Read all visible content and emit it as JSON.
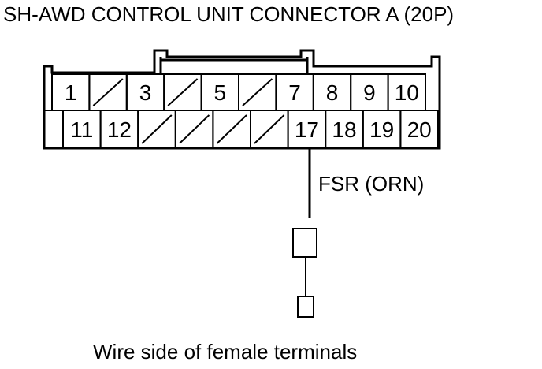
{
  "title": "SH-AWD CONTROL UNIT CONNECTOR A (20P)",
  "caption": "Wire side of female terminals",
  "wire_label": "FSR (ORN)",
  "row1": [
    "1",
    "",
    "3",
    "",
    "5",
    "",
    "7",
    "8",
    "9",
    "10"
  ],
  "row2": [
    "11",
    "12",
    "",
    "",
    "",
    "",
    "17",
    "18",
    "19",
    "20"
  ],
  "colors": {
    "line": "#000000",
    "background": "#ffffff"
  }
}
